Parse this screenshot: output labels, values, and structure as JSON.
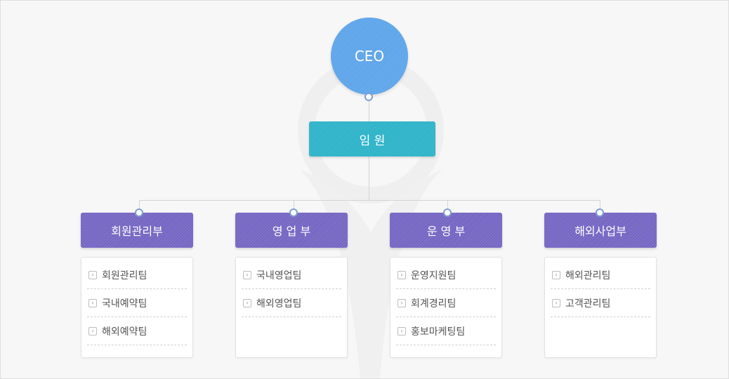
{
  "org": {
    "ceo": "CEO",
    "executive": "임 원",
    "departments": [
      {
        "name": "회원관리부",
        "teams": [
          "회원관리팀",
          "국내예약팀",
          "해외예약팀"
        ]
      },
      {
        "name": "영 업 부",
        "teams": [
          "국내영업팀",
          "해외영업팀"
        ]
      },
      {
        "name": "운 영 부",
        "teams": [
          "운영지원팀",
          "회계경리팀",
          "홍보마케팅팀"
        ]
      },
      {
        "name": "해외사업부",
        "teams": [
          "해외관리팀",
          "고객관리팀"
        ]
      }
    ]
  },
  "colors": {
    "ceo": "#5ea5ea",
    "executive": "#2eb3c9",
    "department": "#7566c3",
    "connector": "#d4d4d4"
  },
  "icons": {
    "team_bullet": "chevron-right-icon"
  }
}
